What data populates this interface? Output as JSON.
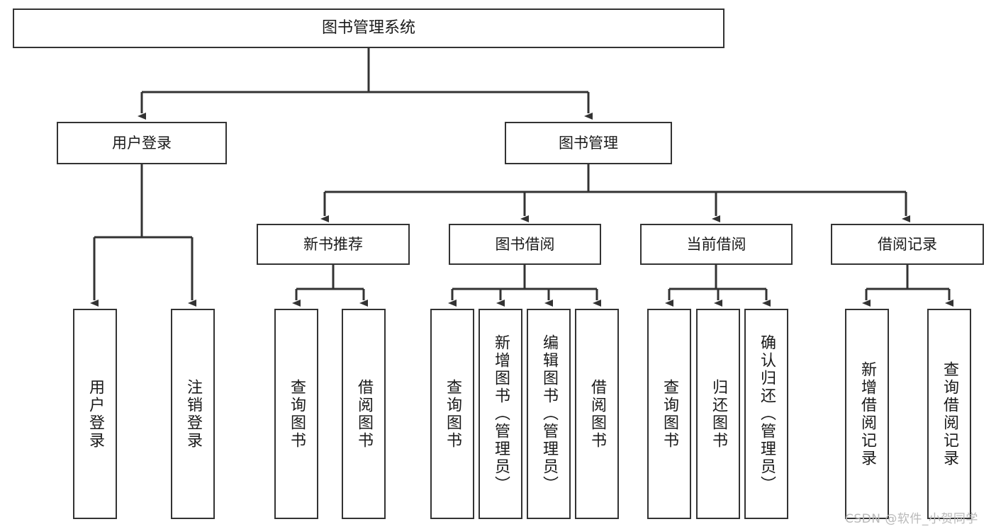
{
  "diagram": {
    "title": "图书管理系统",
    "root": {
      "label": "图书管理系统"
    },
    "level2": [
      {
        "label": "用户登录"
      },
      {
        "label": "图书管理"
      }
    ],
    "level3": [
      {
        "label": "新书推荐"
      },
      {
        "label": "图书借阅"
      },
      {
        "label": "当前借阅"
      },
      {
        "label": "借阅记录"
      }
    ],
    "leaves": {
      "user_login": [
        {
          "label": "用户登录"
        },
        {
          "label": "注销登录"
        }
      ],
      "new_book_recommend": [
        {
          "label": "查询图书"
        },
        {
          "label": "借阅图书"
        }
      ],
      "book_borrow": [
        {
          "label": "查询图书"
        },
        {
          "label": "新增图书（管理员）"
        },
        {
          "label": "编辑图书（管理员）"
        },
        {
          "label": "借阅图书"
        }
      ],
      "current_borrow": [
        {
          "label": "查询图书"
        },
        {
          "label": "归还图书"
        },
        {
          "label": "确认归还（管理员）"
        }
      ],
      "borrow_record": [
        {
          "label": "新增借阅记录"
        },
        {
          "label": "查询借阅记录"
        }
      ]
    }
  },
  "watermark": {
    "text": "CSDN @软件_小贺同学"
  },
  "colors": {
    "stroke": "#333333",
    "background": "#ffffff",
    "text": "#1a1a1a",
    "watermark": "#b9b9b9"
  }
}
